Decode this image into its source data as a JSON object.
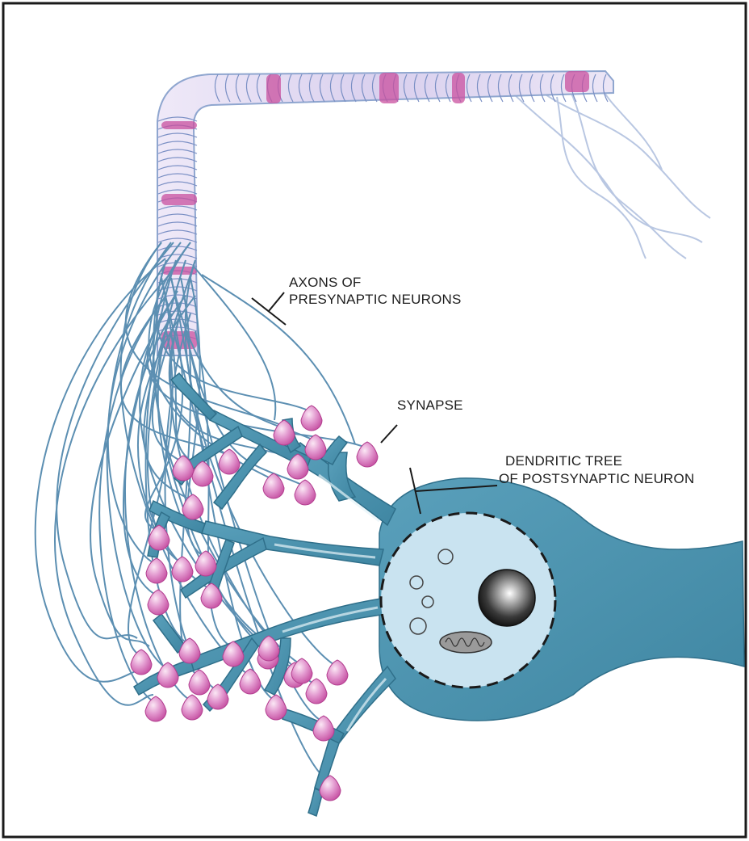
{
  "labels": {
    "axons_line1": "AXONS OF",
    "axons_line2": "PRESYNAPTIC NEURONS",
    "synapse": "SYNAPSE",
    "dendritic_line1": "DENDRITIC TREE",
    "dendritic_line2": "OF POSTSYNAPTIC NEURON"
  },
  "colors": {
    "cell": "#4d92ad",
    "cell_dark": "#2f6f8a",
    "nucleus_fill": "#c9e3f0",
    "axon_line": "#5c8fb2",
    "myelin": "#d8d2ec",
    "myelin_stripe": "#c2479c",
    "bouton": "#d86cb8",
    "bouton_light": "#f4d6ec",
    "frame": "#1a1a1a"
  }
}
